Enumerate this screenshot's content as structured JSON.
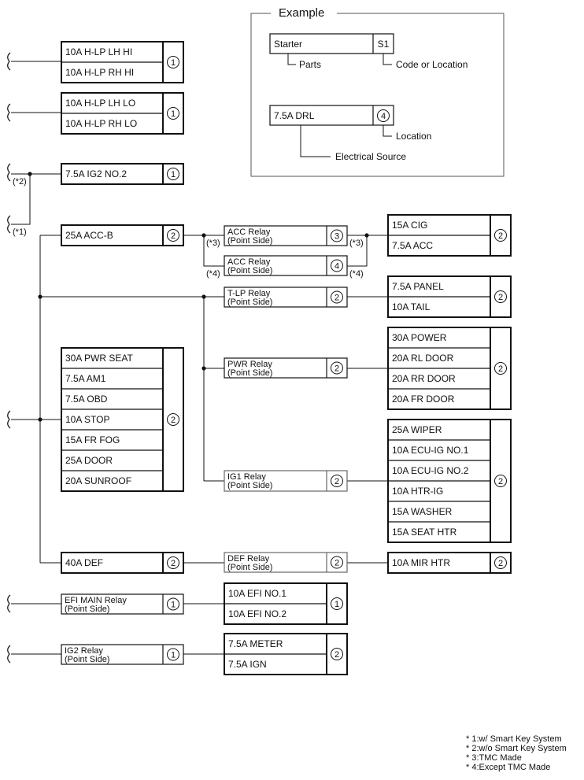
{
  "example": {
    "title": "Example",
    "parts_box": {
      "label": "Starter",
      "code": "S1"
    },
    "parts_label": "Parts",
    "code_label": "Code or Location",
    "source_box": {
      "label": "7.5A DRL",
      "code": "4"
    },
    "location_label": "Location",
    "source_label": "Electrical Source"
  },
  "fuse_groups": {
    "hlp_hi": {
      "items": [
        "10A H-LP LH HI",
        "10A H-LP RH HI"
      ],
      "location": "1"
    },
    "hlp_lo": {
      "items": [
        "10A H-LP LH LO",
        "10A H-LP RH LO"
      ],
      "location": "1"
    },
    "ig2_no2": {
      "items": [
        "7.5A IG2 NO.2"
      ],
      "location": "1"
    },
    "acc_b": {
      "items": [
        "25A ACC-B"
      ],
      "location": "2"
    },
    "main_block": {
      "items": [
        "30A PWR SEAT",
        "7.5A AM1",
        "7.5A OBD",
        "10A STOP",
        "15A FR FOG",
        "25A DOOR",
        "20A SUNROOF"
      ],
      "location": "2"
    },
    "def": {
      "items": [
        "40A DEF"
      ],
      "location": "2"
    },
    "cig_acc": {
      "items": [
        "15A CIG",
        "7.5A ACC"
      ],
      "location": "2"
    },
    "panel_tail": {
      "items": [
        "7.5A PANEL",
        "10A TAIL"
      ],
      "location": "2"
    },
    "power_doors": {
      "items": [
        "30A POWER",
        "20A RL DOOR",
        "20A RR DOOR",
        "20A FR DOOR"
      ],
      "location": "2"
    },
    "ig1_group": {
      "items": [
        "25A WIPER",
        "10A ECU-IG NO.1",
        "10A ECU-IG NO.2",
        "10A HTR-IG",
        "15A WASHER",
        "15A SEAT HTR"
      ],
      "location": "2"
    },
    "mir_htr": {
      "items": [
        "10A MIR HTR"
      ],
      "location": "2"
    },
    "efi": {
      "items": [
        "10A EFI NO.1",
        "10A EFI NO.2"
      ],
      "location": "1"
    },
    "meter_ign": {
      "items": [
        "7.5A METER",
        "7.5A IGN"
      ],
      "location": "2"
    }
  },
  "relays": {
    "acc_tmc": {
      "lines": [
        "ACC Relay",
        "(Point Side)"
      ],
      "location": "3"
    },
    "acc_other": {
      "lines": [
        "ACC Relay",
        "(Point Side)"
      ],
      "location": "4"
    },
    "tlp": {
      "lines": [
        "T-LP Relay",
        "(Point Side)"
      ],
      "location": "2"
    },
    "pwr": {
      "lines": [
        "PWR Relay",
        "(Point Side)"
      ],
      "location": "2"
    },
    "ig1": {
      "lines": [
        "IG1 Relay",
        "(Point Side)"
      ],
      "location": "2"
    },
    "def": {
      "lines": [
        "DEF Relay",
        "(Point Side)"
      ],
      "location": "2"
    },
    "efi_main": {
      "lines": [
        "EFI MAIN Relay",
        "(Point Side)"
      ],
      "location": "1"
    },
    "ig2": {
      "lines": [
        "IG2 Relay",
        "(Point Side)"
      ],
      "location": "1"
    }
  },
  "markers": {
    "star1": "(*1)",
    "star2": "(*2)",
    "star3": "(*3)",
    "star4": "(*4)"
  },
  "footnotes": [
    "* 1:w/ Smart Key System",
    "* 2:w/o Smart Key System",
    "* 3:TMC Made",
    "* 4:Except TMC Made"
  ]
}
